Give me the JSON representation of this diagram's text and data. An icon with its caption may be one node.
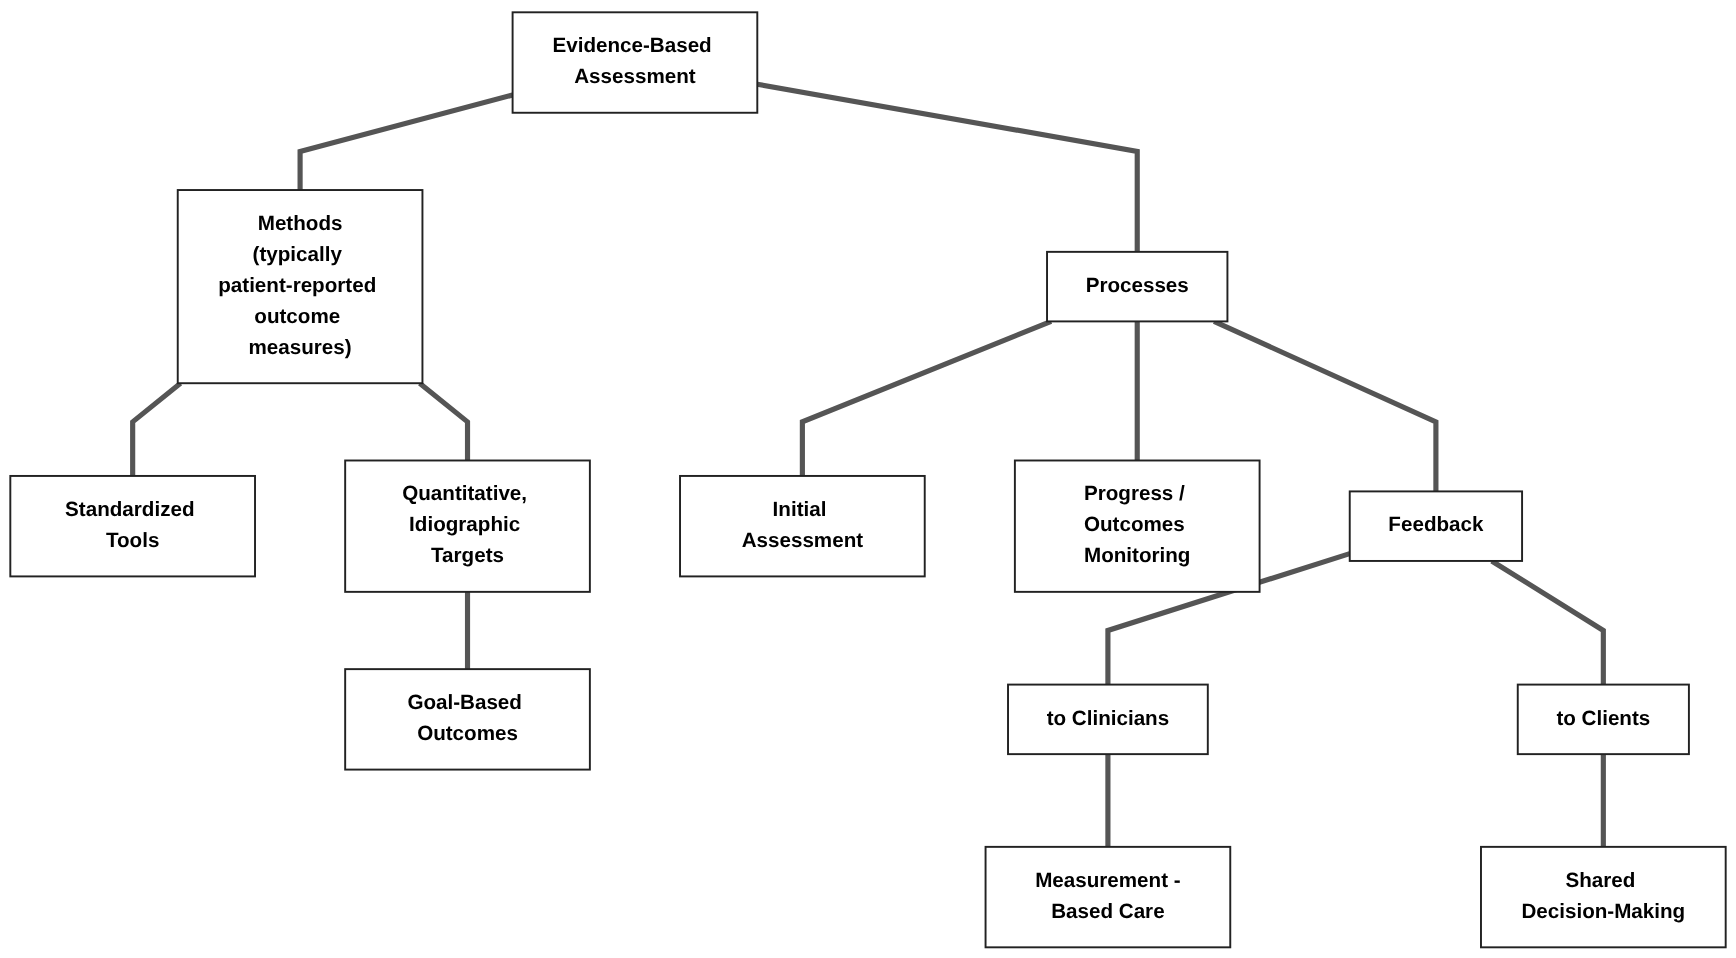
{
  "diagram": {
    "nodes": [
      {
        "text": [
          "Evidence-Based Assessment"
        ]
      },
      {
        "text": [
          "Methods",
          "(typically patient-reported outcome measures)"
        ]
      },
      {
        "text": [
          "Processes"
        ]
      },
      {
        "text": [
          "Standardized Tools"
        ]
      },
      {
        "text": [
          "Quantitative, Idiographic Targets"
        ]
      },
      {
        "text": [
          "Goal-Based Outcomes"
        ]
      },
      {
        "text": [
          "Initial Assessment"
        ]
      },
      {
        "text": [
          "Progress / Outcomes Monitoring"
        ]
      },
      {
        "text": [
          "Feedback"
        ]
      },
      {
        "text": [
          "to Clinicians"
        ]
      },
      {
        "text": [
          "to Clients"
        ]
      },
      {
        "text": [
          "Measurement -Based Care"
        ]
      },
      {
        "text": [
          "Shared Decision-Making"
        ]
      }
    ],
    "edges": [
      {
        "from": 0,
        "to": 1,
        "arrow": "none"
      },
      {
        "from": 0,
        "to": 2,
        "arrow": "none"
      },
      {
        "from": 1,
        "to": 3,
        "arrow": "none"
      },
      {
        "from": 1,
        "to": 4,
        "arrow": "none"
      },
      {
        "from": 4,
        "to": 5,
        "arrow": "none"
      },
      {
        "from": 2,
        "to": 6,
        "arrow": "none"
      },
      {
        "from": 2,
        "to": 7,
        "arrow": "none"
      },
      {
        "from": 2,
        "to": 8,
        "arrow": "none"
      },
      {
        "from": 8,
        "to": 9,
        "arrow": "none"
      },
      {
        "from": 8,
        "to": 10,
        "arrow": "none"
      },
      {
        "from": 9,
        "to": 11,
        "arrow": "none"
      },
      {
        "from": 10,
        "to": 12,
        "arrow": "none"
      }
    ]
  }
}
